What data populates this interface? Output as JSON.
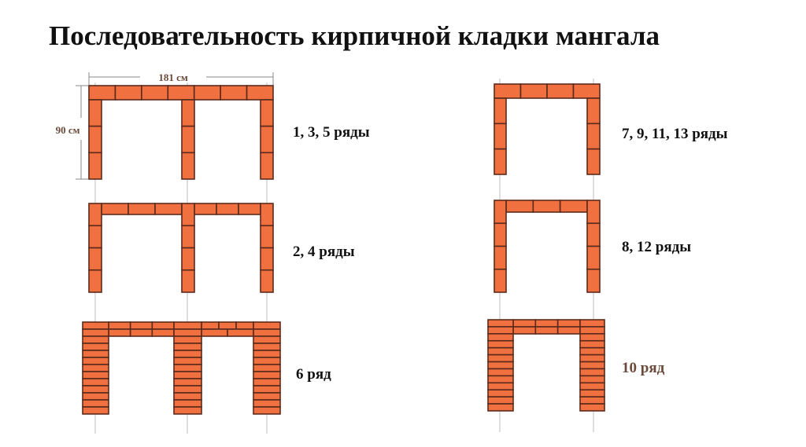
{
  "title": "Последовательность кирпичной кладки мангала",
  "dimensions": {
    "width": "181 см",
    "height": "90 см"
  },
  "rows": [
    {
      "label": "1, 3, 5 ряды"
    },
    {
      "label": "2, 4 ряды"
    },
    {
      "label": "6 ряд"
    },
    {
      "label": "7, 9, 11, 13 ряды"
    },
    {
      "label": "8, 12 ряды"
    },
    {
      "label": "10 ряд"
    }
  ],
  "colors": {
    "brick": "#f0703f",
    "mortar": "#5b2a1c",
    "highlight_label": "#6b4a3a",
    "guide": "#bdbdbd"
  }
}
